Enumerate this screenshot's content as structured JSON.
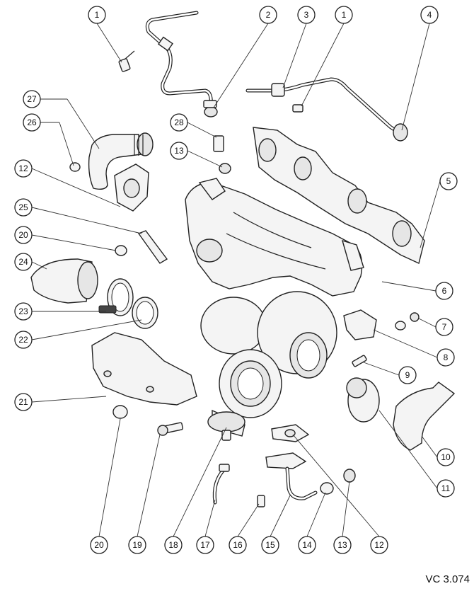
{
  "reference_code": "VC 3.074",
  "callouts": [
    {
      "id": "c1a",
      "label": "1"
    },
    {
      "id": "c2",
      "label": "2"
    },
    {
      "id": "c3",
      "label": "3"
    },
    {
      "id": "c1b",
      "label": "1"
    },
    {
      "id": "c4",
      "label": "4"
    },
    {
      "id": "c27",
      "label": "27"
    },
    {
      "id": "c26",
      "label": "26"
    },
    {
      "id": "c28",
      "label": "28"
    },
    {
      "id": "c13a",
      "label": "13"
    },
    {
      "id": "c12a",
      "label": "12"
    },
    {
      "id": "c5",
      "label": "5"
    },
    {
      "id": "c25",
      "label": "25"
    },
    {
      "id": "c20a",
      "label": "20"
    },
    {
      "id": "c24",
      "label": "24"
    },
    {
      "id": "c6",
      "label": "6"
    },
    {
      "id": "c7",
      "label": "7"
    },
    {
      "id": "c23",
      "label": "23"
    },
    {
      "id": "c22",
      "label": "22"
    },
    {
      "id": "c8",
      "label": "8"
    },
    {
      "id": "c9",
      "label": "9"
    },
    {
      "id": "c21",
      "label": "21"
    },
    {
      "id": "c10",
      "label": "10"
    },
    {
      "id": "c11",
      "label": "11"
    },
    {
      "id": "c20b",
      "label": "20"
    },
    {
      "id": "c19",
      "label": "19"
    },
    {
      "id": "c18",
      "label": "18"
    },
    {
      "id": "c17",
      "label": "17"
    },
    {
      "id": "c16",
      "label": "16"
    },
    {
      "id": "c15",
      "label": "15"
    },
    {
      "id": "c14",
      "label": "14"
    },
    {
      "id": "c13b",
      "label": "13"
    },
    {
      "id": "c12b",
      "label": "12"
    }
  ]
}
